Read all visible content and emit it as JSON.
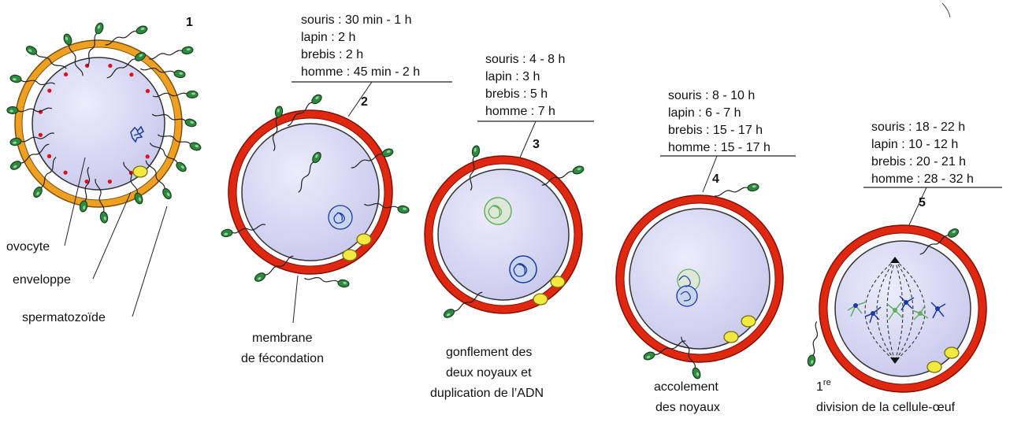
{
  "stages": [
    {
      "number": "1",
      "times": []
    },
    {
      "number": "2",
      "times": [
        "souris : 30 min - 1 h",
        "lapin : 2 h",
        "brebis : 2 h",
        "homme : 45 min - 2 h"
      ],
      "caption": [
        "membrane",
        "de fécondation"
      ]
    },
    {
      "number": "3",
      "times": [
        "souris : 4 - 8 h",
        "lapin : 3 h",
        "brebis : 5 h",
        "homme : 7 h"
      ],
      "caption": [
        "gonflement des",
        "deux noyaux et",
        "duplication de l’ADN"
      ]
    },
    {
      "number": "4",
      "times": [
        "souris : 8 - 10 h",
        "lapin : 6 - 7 h",
        "brebis : 15 - 17 h",
        "homme : 15 - 17 h"
      ],
      "caption": [
        "accolement",
        "des noyaux"
      ]
    },
    {
      "number": "5",
      "times": [
        "souris : 18 - 22 h",
        "lapin : 10 - 12 h",
        "brebis : 20 - 21 h",
        "homme : 28 - 32 h"
      ],
      "caption_superscript": "re",
      "caption": [
        "1",
        "division de la cellule-œuf"
      ]
    }
  ],
  "stage1_labels": [
    "ovocyte",
    "enveloppe",
    "spermatozoïde"
  ],
  "colors": {
    "envelope_stage1": "#f0a020",
    "envelope": "#e02810",
    "cytoplasm": "#d8d8f4",
    "sperm": "#2e8a3e",
    "polar_body": "#f2ea40",
    "cortical_granule": "#e0101a",
    "nucleus": "#1a3aa8",
    "male_nucleus": "#60b060"
  }
}
